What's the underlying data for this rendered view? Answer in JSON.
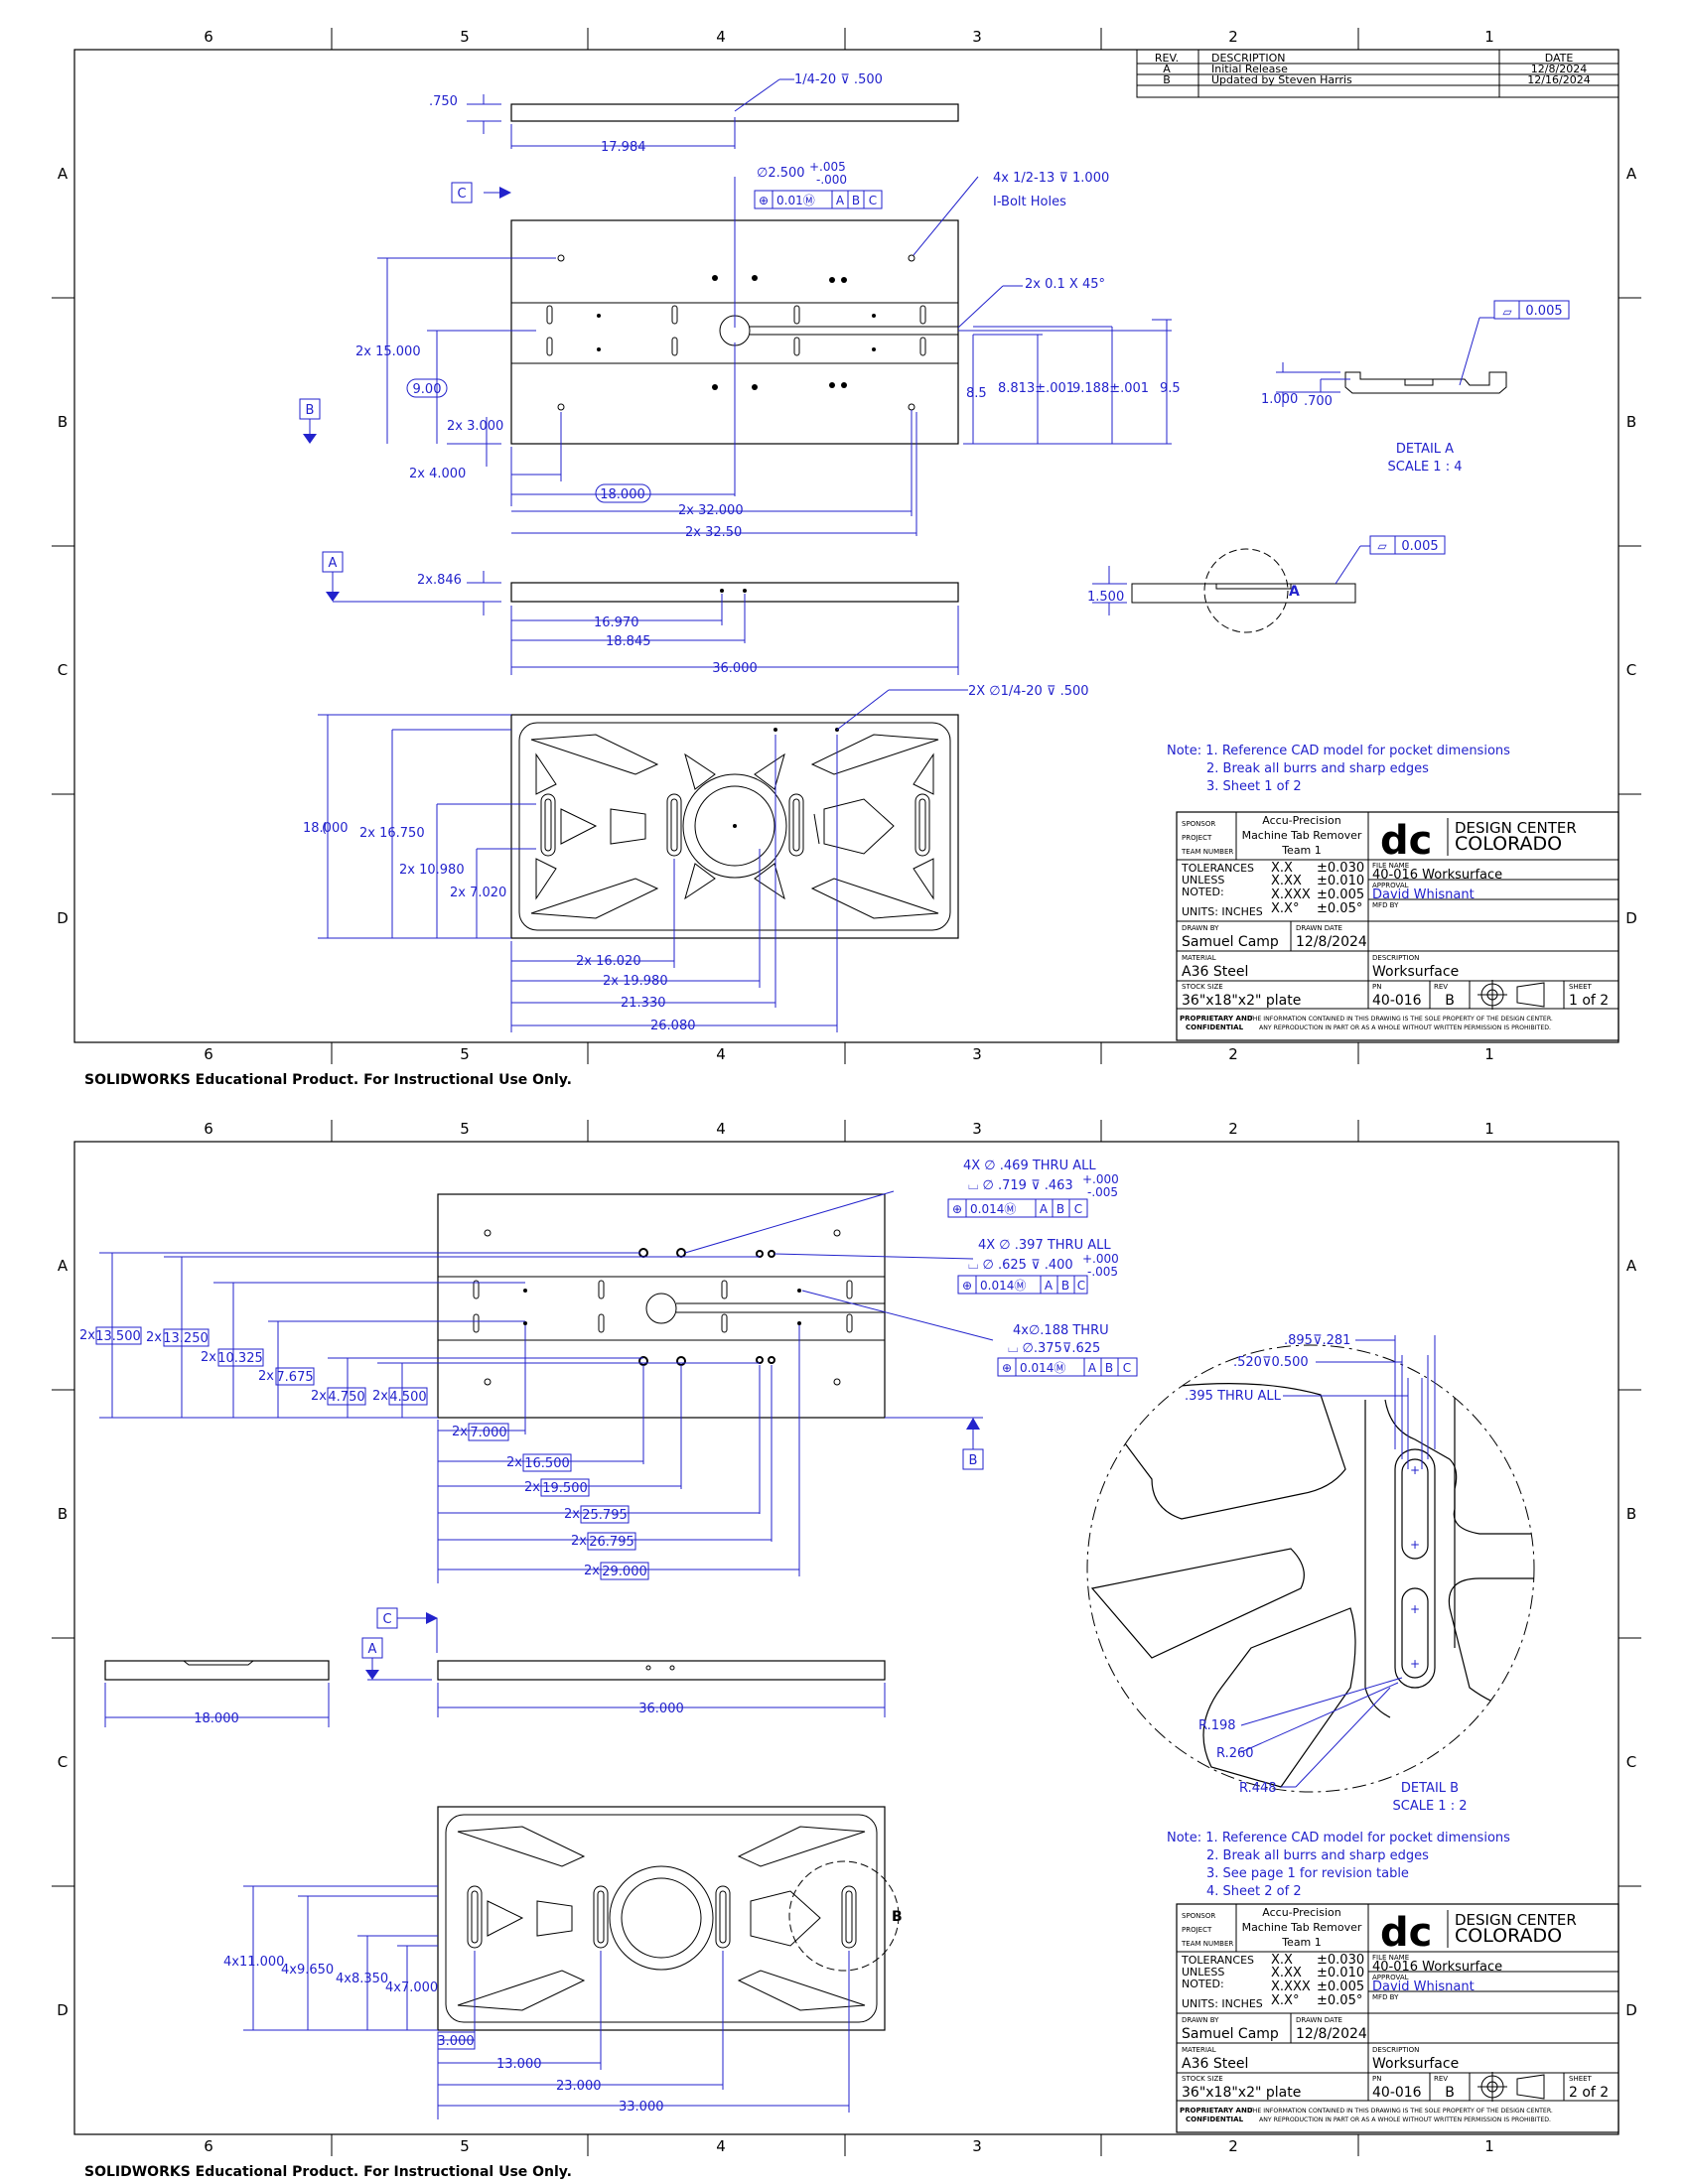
{
  "border": {
    "cols": [
      "6",
      "5",
      "4",
      "3",
      "2",
      "1"
    ],
    "rows": [
      "A",
      "B",
      "C",
      "D"
    ]
  },
  "footer_text": "SOLIDWORKS Educational Product. For Instructional Use Only.",
  "revision_table": {
    "headers": [
      "REV.",
      "DESCRIPTION",
      "DATE"
    ],
    "rows": [
      {
        "rev": "A",
        "description": "Initial Release",
        "date": "12/8/2024"
      },
      {
        "rev": "B",
        "description": "Updated by Steven Harris",
        "date": "12/16/2024"
      }
    ]
  },
  "sheet1": {
    "top_view": {
      "callout_hole": "1/4-20 ⊽ .500",
      "dim_750": ".750",
      "dim_17984": "17.984"
    },
    "plan_view": {
      "dia": "∅2.500",
      "dia_tol_plus": "+.005",
      "dia_tol_minus": "-.000",
      "fcf_tol": "0.01Ⓜ",
      "fcf_a": "A",
      "fcf_b": "B",
      "fcf_c": "C",
      "datum_c": "C",
      "datum_b": "B",
      "ibolt_1": "4x 1/2-13 ⊽ 1.000",
      "ibolt_2": "I-Bolt Holes",
      "chamfer": "2x 0.1 X 45°",
      "d_15000": "2x 15.000",
      "d_9000": "9.00",
      "d_3000": "2x 3.000",
      "d_4000": "2x 4.000",
      "d_18000": "18.000",
      "d_32000": "2x 32.000",
      "d_3250": "2x 32.50",
      "d_85": "8.5",
      "d_8813": "8.813±.001",
      "d_9188": "9.188±.001",
      "d_95": "9.5"
    },
    "detail_a": {
      "flat": "0.005",
      "d_1000": "1.000",
      "d_700": ".700",
      "title": "DETAIL A",
      "scale": "SCALE 1 : 4"
    },
    "side_view": {
      "datum_a": "A",
      "d_846": "2x.846",
      "d_16970": "16.970",
      "d_18845": "18.845",
      "d_36000": "36.000",
      "d_1500": "1.500",
      "flat": "0.005",
      "letter_a": "A"
    },
    "bottom_view": {
      "callout": "2X ∅1/4-20 ⊽ .500",
      "d_18000": "18.000",
      "d_16750": "2x 16.750",
      "d_10980": "2x 10.980",
      "d_7020": "2x 7.020",
      "d_16020": "2x 16.020",
      "d_19980": "2x 19.980",
      "d_21330": "21.330",
      "d_26080": "26.080"
    },
    "notes": [
      "Note: 1. Reference CAD model for pocket dimensions",
      "2. Break all burrs and sharp edges",
      "3. Sheet 1 of 2"
    ],
    "sheet_no": "1 of 2"
  },
  "sheet2": {
    "top_view": {
      "c1_1": "4X ∅ .469 THRU ALL",
      "c1_2": "⌴ ∅ .719 ⊽ .463",
      "c1_tp": "+.000",
      "c1_tm": "-.005",
      "c1_fcf": "0.014Ⓜ",
      "c2_1": "4X ∅ .397 THRU ALL",
      "c2_2": "⌴ ∅ .625 ⊽ .400",
      "c2_tp": "+.000",
      "c2_tm": "-.005",
      "c2_fcf": "0.014Ⓜ",
      "c3_1": "4x∅.188 THRU",
      "c3_2": "⌴ ∅.375⊽.625",
      "c3_fcf": "0.014Ⓜ",
      "fcf_a": "A",
      "fcf_b": "B",
      "fcf_c": "C",
      "datum_b": "B",
      "v_13500": "13.500",
      "v_13250": "13.250",
      "v_10325": "10.325",
      "v_7675": "7.675",
      "v_4750": "4.750",
      "v_4500": "4.500",
      "h_7000": "7.000",
      "h_16500": "16.500",
      "h_19500": "19.500",
      "h_25795": "25.795",
      "h_26795": "26.795",
      "h_29000": "29.000",
      "prefix_2x": "2x"
    },
    "side_view": {
      "datum_c": "C",
      "datum_a": "A",
      "d_18000": "18.000",
      "d_36000": "36.000"
    },
    "bottom_view": {
      "d_11000": "4x11.000",
      "d_9650": "4x9.650",
      "d_8350": "4x8.350",
      "d_7000": "4x7.000",
      "d_3000": "3.000",
      "d_13000": "13.000",
      "d_23000": "23.000",
      "d_33000": "33.000",
      "letter_b": "B"
    },
    "detail_b": {
      "d1": ".895⊽.281",
      "d2": ".520⊽0.500",
      "d3": ".395 THRU ALL",
      "r1": "R.198",
      "r2": "R.260",
      "r3": "R.448",
      "title": "DETAIL B",
      "scale": "SCALE 1 : 2"
    },
    "notes": [
      "Note: 1. Reference CAD model for pocket dimensions",
      "2. Break all burrs and sharp edges",
      "3. See page 1 for revision table",
      "4. Sheet 2 of 2"
    ],
    "sheet_no": "2 of 2"
  },
  "title_block": {
    "sponsor": "SPONSOR",
    "project": "PROJECT",
    "team_number": "TEAM NUMBER",
    "sponsor_val": "Accu-Precision",
    "project_val": "Machine Tab Remover",
    "team_val": "Team 1",
    "logo_letters": "dc",
    "logo_line1": "DESIGN CENTER",
    "logo_line2": "COLORADO",
    "tol_l1": "TOLERANCES",
    "tol_l2": "UNLESS",
    "tol_l3": "NOTED:",
    "units": "UNITS: INCHES",
    "tol_x1": "X.X",
    "tol_x2": "X.XX",
    "tol_x3": "X.XXX",
    "tol_x4": "X.X°",
    "tol_v1": "±0.030",
    "tol_v2": "±0.010",
    "tol_v3": "±0.005",
    "tol_v4": "±0.05°",
    "file_name_label": "FILE NAME",
    "file_name": "40-016 Worksurface",
    "approval_label": "APPROVAL",
    "approval": "David Whisnant",
    "drawn_by_label": "DRAWN BY",
    "drawn_by": "Samuel Camp",
    "drawn_date_label": "DRAWN DATE",
    "drawn_date": "12/8/2024",
    "mfd_by_label": "MFD BY",
    "material_label": "MATERIAL",
    "material": "A36 Steel",
    "description_label": "DESCRIPTION",
    "description": "Worksurface",
    "stock_label": "STOCK SIZE",
    "stock": "36\"x18\"x2\" plate",
    "pn_label": "PN",
    "pn": "40-016",
    "rev_label": "REV",
    "rev": "B",
    "sheet_label": "SHEET",
    "prop_1": "PROPRIETARY AND",
    "prop_2": "CONFIDENTIAL",
    "prop_text_1": "THE INFORMATION CONTAINED IN THIS DRAWING IS THE SOLE PROPERTY OF THE DESIGN CENTER.",
    "prop_text_2": "ANY REPRODUCTION IN PART OR AS A WHOLE WITHOUT WRITTEN PERMISSION IS PROHIBITED."
  }
}
